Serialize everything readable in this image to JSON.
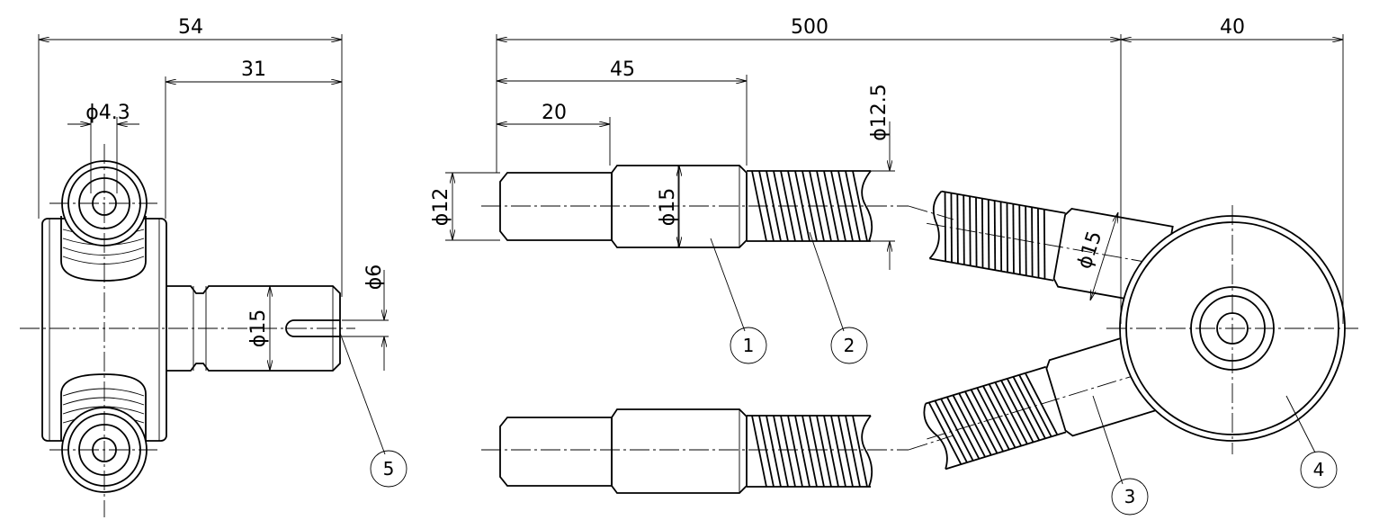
{
  "dimensions": {
    "side_width": "54",
    "side_offset": "31",
    "bolt_hole": "ϕ4.3",
    "pin_dia_side": "ϕ15",
    "slot_width": "ϕ6",
    "total_length": "500",
    "head_length": "45",
    "end_length": "20",
    "end_dia": "ϕ12",
    "body_dia": "ϕ15",
    "spring_dia": "ϕ12.5",
    "block_width": "40",
    "angled_dia": "ϕ15"
  },
  "balloons": {
    "b1": "1",
    "b2": "2",
    "b3": "3",
    "b4": "4",
    "b5": "5"
  }
}
